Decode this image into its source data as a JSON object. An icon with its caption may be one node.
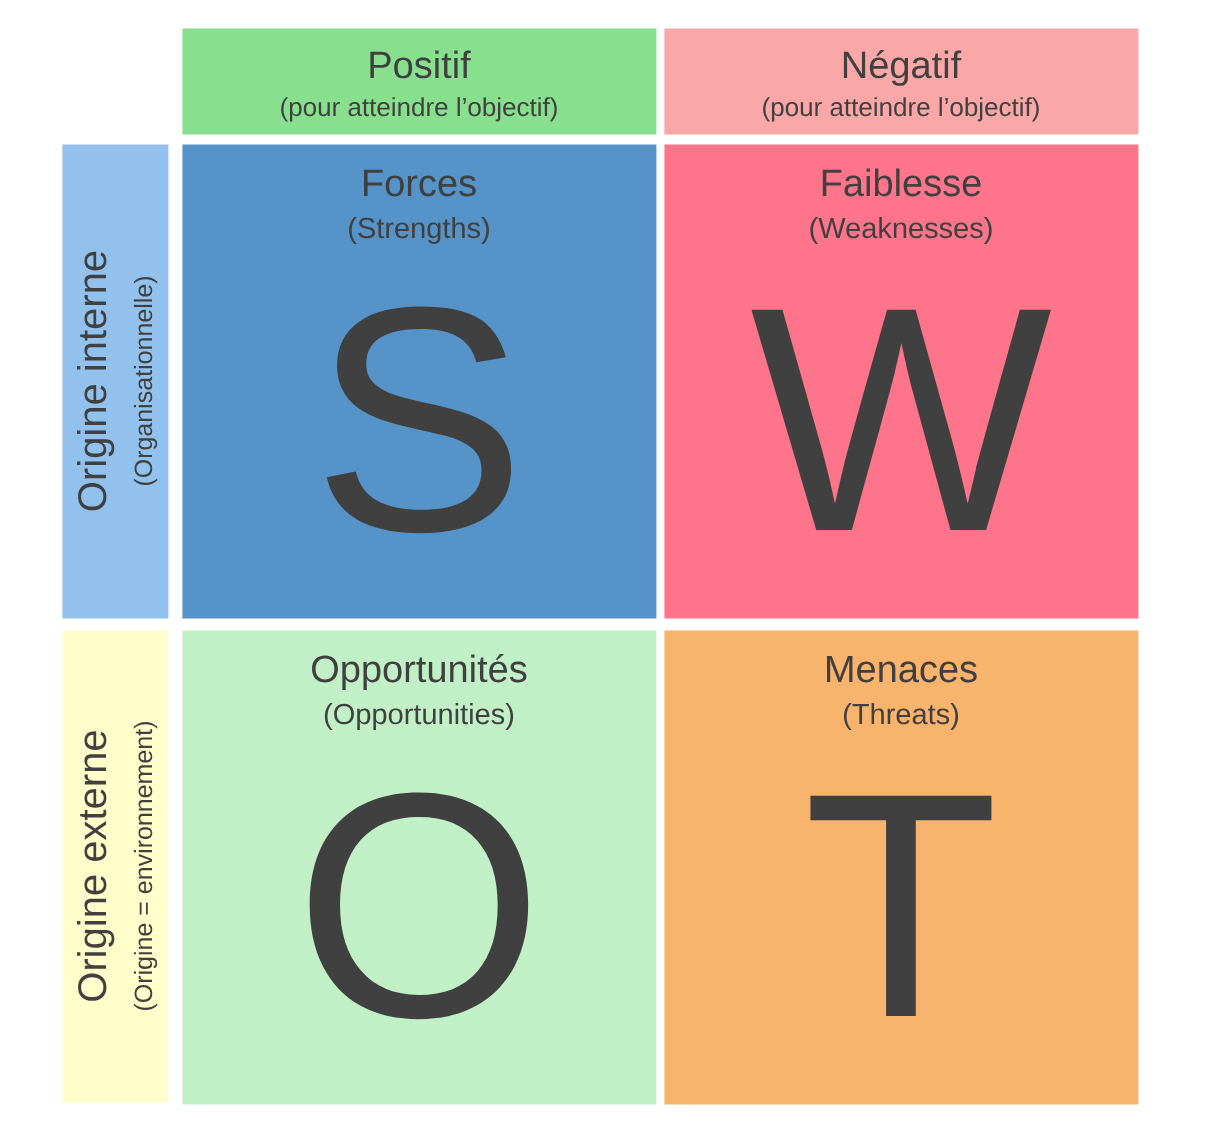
{
  "diagram": {
    "nodes": [
      {
        "text": [
          "Positif",
          "(pour atteindre l’objectif)"
        ]
      },
      {
        "text": [
          "Négatif",
          "(pour atteindre l’objectif)"
        ]
      },
      {
        "text": [
          "Origine interne",
          "(Organisationnelle)"
        ]
      },
      {
        "text": [
          "Forces",
          "(Strengths)",
          "S"
        ]
      },
      {
        "text": [
          "Faiblesse",
          "(Weaknesses)",
          "W"
        ]
      },
      {
        "text": [
          "Origine externe",
          "(Origine = environnement)"
        ]
      },
      {
        "text": [
          "Opportunités",
          "(Opportunities)",
          "O"
        ]
      },
      {
        "text": [
          "Menaces",
          "(Threats)",
          "T"
        ]
      }
    ]
  }
}
